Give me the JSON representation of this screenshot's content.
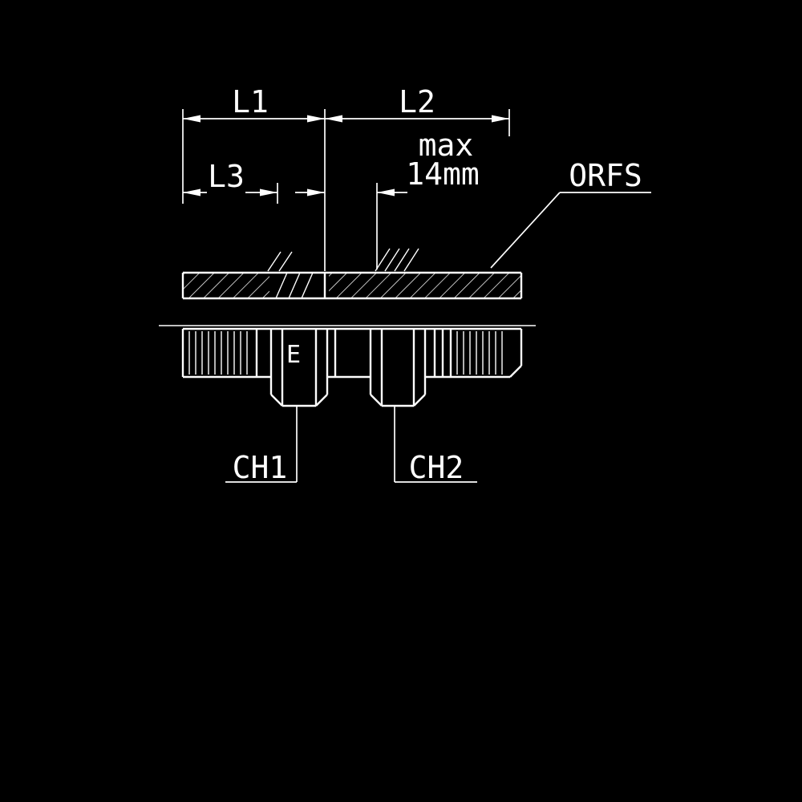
{
  "meta": {
    "type": "technical-drawing",
    "background_color": "#000000",
    "line_color": "#ffffff",
    "text_color": "#ffffff"
  },
  "labels": {
    "l1": "L1",
    "l2": "L2",
    "l3": "L3",
    "max_note": {
      "line1": "max",
      "line2": "14mm"
    },
    "thread_type": "ORFS",
    "ch1": "CH1",
    "ch2": "CH2",
    "nut_mark": "E"
  }
}
